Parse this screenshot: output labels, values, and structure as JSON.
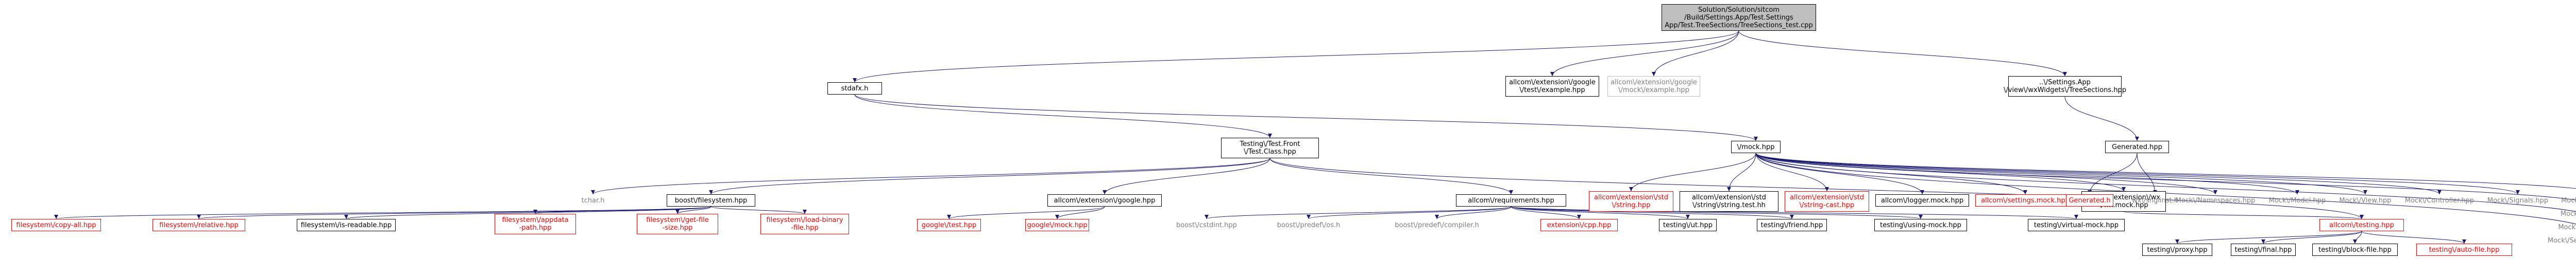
{
  "nodes": [
    {
      "id": "root",
      "lines": [
        "Solution/Solution/sitcom",
        "/Build/Settings.App/Test.Settings",
        "App/Test.TreeSections/TreeSections_test.cpp"
      ],
      "style": "root",
      "interactable": true
    },
    {
      "id": "stdafx",
      "lines": [
        "stdafx.h"
      ],
      "style": "normal",
      "interactable": true
    },
    {
      "id": "gtest_example",
      "lines": [
        "allcom\\/extension\\/google",
        "\\/test\\/example.hpp"
      ],
      "style": "normal",
      "interactable": true
    },
    {
      "id": "gmock_example",
      "lines": [
        "allcom\\/extension\\/google",
        "\\/mock\\/example.hpp"
      ],
      "style": "grey",
      "interactable": false
    },
    {
      "id": "tree_sections_hpp",
      "lines": [
        "..\\/Settings.App",
        "\\/view\\/wxWidgets\\/TreeSections.hpp"
      ],
      "style": "normal",
      "interactable": true
    },
    {
      "id": "test_class",
      "lines": [
        "Testing\\/Test.Front",
        "\\/Test.Class.hpp"
      ],
      "style": "normal",
      "interactable": true
    },
    {
      "id": "mock_hpp",
      "lines": [
        "\\/mock.hpp"
      ],
      "style": "normal",
      "interactable": true
    },
    {
      "id": "generated_hpp",
      "lines": [
        "Generated.hpp"
      ],
      "style": "normal",
      "interactable": true
    },
    {
      "id": "tchar",
      "lines": [
        "tchar.h"
      ],
      "style": "plain",
      "interactable": false
    },
    {
      "id": "boost_fs",
      "lines": [
        "boost\\/filesystem.hpp"
      ],
      "style": "normal",
      "interactable": true
    },
    {
      "id": "allcom_google",
      "lines": [
        "allcom\\/extension\\/google.hpp"
      ],
      "style": "normal",
      "interactable": true
    },
    {
      "id": "allcom_requirements",
      "lines": [
        "allcom\\/requirements.hpp"
      ],
      "style": "normal",
      "interactable": true
    },
    {
      "id": "ustring",
      "lines": [
        "allcom\\/extension\\/std",
        "\\/string.hpp"
      ],
      "style": "red",
      "interactable": true
    },
    {
      "id": "ustring_test",
      "lines": [
        "allcom\\/extension\\/std",
        "\\/string\\/string.test.hh"
      ],
      "style": "normal",
      "interactable": true
    },
    {
      "id": "string_cast",
      "lines": [
        "allcom\\/extension\\/std",
        "\\/string-cast.hpp"
      ],
      "style": "red",
      "interactable": true
    },
    {
      "id": "logger_mock",
      "lines": [
        "allcom\\/logger.mock.hpp"
      ],
      "style": "normal",
      "interactable": true
    },
    {
      "id": "settings_mock",
      "lines": [
        "allcom\\/settings.mock.hpp"
      ],
      "style": "red",
      "interactable": true
    },
    {
      "id": "wx_mock",
      "lines": [
        "allcom\\/extension\\/wx",
        "\\/wx.mock.hpp"
      ],
      "style": "normal",
      "interactable": true
    },
    {
      "id": "mock_namespaces",
      "lines": [
        "Mock\\/Namespaces.hpp"
      ],
      "style": "plain",
      "interactable": false
    },
    {
      "id": "mock_model",
      "lines": [
        "Mock\\/Model.hpp"
      ],
      "style": "plain",
      "interactable": false
    },
    {
      "id": "mock_view",
      "lines": [
        "Mock\\/View.hpp"
      ],
      "style": "plain",
      "interactable": false
    },
    {
      "id": "mock_controller",
      "lines": [
        "Mock\\/Controller.hpp"
      ],
      "style": "plain",
      "interactable": false
    },
    {
      "id": "mock_signals",
      "lines": [
        "Mock\\/Signals.hpp"
      ],
      "style": "plain",
      "interactable": false
    },
    {
      "id": "mock_treesections",
      "lines": [
        "Mock\\/TreeSections.hpp"
      ],
      "style": "plain",
      "interactable": false
    },
    {
      "id": "mock_settingspage",
      "lines": [
        "Mock\\/SettingsPage.hpp"
      ],
      "style": "plain",
      "interactable": false
    },
    {
      "id": "mock_settingsframe",
      "lines": [
        "Mock\\/SettingsFrame.hpp"
      ],
      "style": "plain",
      "interactable": false
    },
    {
      "id": "mock_settingspanelimpl",
      "lines": [
        "Mock\\/SettingsPanelImpl.hpp"
      ],
      "style": "plain",
      "interactable": false
    },
    {
      "id": "generated_h",
      "lines": [
        "Generated.h"
      ],
      "style": "red",
      "interactable": true
    },
    {
      "id": "wx_singleinst",
      "lines": [
        "wx\\/snglinst.h"
      ],
      "style": "plain",
      "interactable": false
    },
    {
      "id": "fs_copy_all",
      "lines": [
        "filesystem\\/copy-all.hpp"
      ],
      "style": "red",
      "interactable": true
    },
    {
      "id": "fs_relative",
      "lines": [
        "filesystem\\/relative.hpp"
      ],
      "style": "red",
      "interactable": true
    },
    {
      "id": "fs_is_readable",
      "lines": [
        "filesystem\\/is-readable.hpp"
      ],
      "style": "normal",
      "interactable": true
    },
    {
      "id": "fs_appdata",
      "lines": [
        "filesystem\\/appdata",
        "-path.hpp"
      ],
      "style": "red",
      "interactable": true
    },
    {
      "id": "fs_get_file_size",
      "lines": [
        "filesystem\\/get-file",
        "-size.hpp"
      ],
      "style": "red",
      "interactable": true
    },
    {
      "id": "fs_load_binary",
      "lines": [
        "filesystem\\/load-binary",
        "-file.hpp"
      ],
      "style": "red",
      "interactable": true
    },
    {
      "id": "google_test",
      "lines": [
        "google\\/test.hpp"
      ],
      "style": "red",
      "interactable": true
    },
    {
      "id": "google_mock",
      "lines": [
        "google\\/mock.hpp"
      ],
      "style": "red",
      "interactable": true
    },
    {
      "id": "boost_cstdint",
      "lines": [
        "boost\\/cstdint.hpp"
      ],
      "style": "plain",
      "interactable": false
    },
    {
      "id": "boost_predef_os",
      "lines": [
        "boost\\/predef\\/os.h"
      ],
      "style": "plain",
      "interactable": false
    },
    {
      "id": "boost_predef_compiler",
      "lines": [
        "boost\\/predef\\/compiler.h"
      ],
      "style": "plain",
      "interactable": false
    },
    {
      "id": "extension_cpp",
      "lines": [
        "extension\\/cpp.hpp"
      ],
      "style": "red",
      "interactable": true
    },
    {
      "id": "testing_ut",
      "lines": [
        "testing\\/ut.hpp"
      ],
      "style": "normal",
      "interactable": true
    },
    {
      "id": "testing_friend",
      "lines": [
        "testing\\/friend.hpp"
      ],
      "style": "normal",
      "interactable": true
    },
    {
      "id": "testing_using_mock",
      "lines": [
        "testing\\/using-mock.hpp"
      ],
      "style": "normal",
      "interactable": true
    },
    {
      "id": "testing_virtual_mock",
      "lines": [
        "testing\\/virtual-mock.hpp"
      ],
      "style": "normal",
      "interactable": true
    },
    {
      "id": "allcom_testing",
      "lines": [
        "allcom\\/testing.hpp"
      ],
      "style": "red",
      "interactable": true
    },
    {
      "id": "testing_proxy",
      "lines": [
        "testing\\/proxy.hpp"
      ],
      "style": "normal",
      "interactable": true
    },
    {
      "id": "testing_final",
      "lines": [
        "testing\\/final.hpp"
      ],
      "style": "normal",
      "interactable": true
    },
    {
      "id": "testing_block_file",
      "lines": [
        "testing\\/block-file.hpp"
      ],
      "style": "normal",
      "interactable": true
    },
    {
      "id": "testing_auto_file",
      "lines": [
        "testing\\/auto-file.hpp"
      ],
      "style": "red",
      "interactable": true
    }
  ],
  "edges": [
    [
      "root",
      "stdafx"
    ],
    [
      "root",
      "gtest_example"
    ],
    [
      "root",
      "gmock_example"
    ],
    [
      "root",
      "tree_sections_hpp"
    ],
    [
      "stdafx",
      "test_class"
    ],
    [
      "stdafx",
      "mock_hpp"
    ],
    [
      "tree_sections_hpp",
      "generated_hpp"
    ],
    [
      "generated_hpp",
      "generated_h"
    ],
    [
      "generated_hpp",
      "wx_singleinst"
    ],
    [
      "test_class",
      "tchar"
    ],
    [
      "test_class",
      "boost_fs"
    ],
    [
      "test_class",
      "allcom_google"
    ],
    [
      "test_class",
      "allcom_requirements"
    ],
    [
      "test_class",
      "allcom_testing"
    ],
    [
      "boost_fs",
      "fs_copy_all"
    ],
    [
      "boost_fs",
      "fs_relative"
    ],
    [
      "boost_fs",
      "fs_is_readable"
    ],
    [
      "boost_fs",
      "fs_appdata"
    ],
    [
      "boost_fs",
      "fs_get_file_size"
    ],
    [
      "boost_fs",
      "fs_load_binary"
    ],
    [
      "allcom_google",
      "google_test"
    ],
    [
      "allcom_google",
      "google_mock"
    ],
    [
      "allcom_requirements",
      "boost_cstdint"
    ],
    [
      "allcom_requirements",
      "boost_predef_os"
    ],
    [
      "allcom_requirements",
      "boost_predef_compiler"
    ],
    [
      "allcom_requirements",
      "extension_cpp"
    ],
    [
      "allcom_requirements",
      "testing_ut"
    ],
    [
      "allcom_requirements",
      "testing_friend"
    ],
    [
      "allcom_requirements",
      "testing_using_mock"
    ],
    [
      "allcom_requirements",
      "testing_virtual_mock"
    ],
    [
      "mock_hpp",
      "ustring"
    ],
    [
      "mock_hpp",
      "ustring_test"
    ],
    [
      "mock_hpp",
      "string_cast"
    ],
    [
      "mock_hpp",
      "logger_mock"
    ],
    [
      "mock_hpp",
      "settings_mock"
    ],
    [
      "mock_hpp",
      "wx_mock"
    ],
    [
      "mock_hpp",
      "mock_namespaces"
    ],
    [
      "mock_hpp",
      "mock_model"
    ],
    [
      "mock_hpp",
      "mock_view"
    ],
    [
      "mock_hpp",
      "mock_controller"
    ],
    [
      "mock_hpp",
      "mock_signals"
    ],
    [
      "mock_hpp",
      "mock_treesections"
    ],
    [
      "mock_hpp",
      "mock_settingspage"
    ],
    [
      "mock_hpp",
      "mock_settingsframe"
    ],
    [
      "mock_hpp",
      "mock_settingspanelimpl"
    ],
    [
      "wx_mock",
      "allcom_testing"
    ],
    [
      "allcom_testing",
      "testing_proxy"
    ],
    [
      "allcom_testing",
      "testing_final"
    ],
    [
      "allcom_testing",
      "testing_block_file"
    ],
    [
      "allcom_testing",
      "testing_auto_file"
    ]
  ],
  "colors": {
    "edge": "#191970",
    "node_border": "#000000",
    "missing_border": "#ff0000",
    "grey_border": "#bfbfbf",
    "root_fill": "#bfbfbf"
  }
}
